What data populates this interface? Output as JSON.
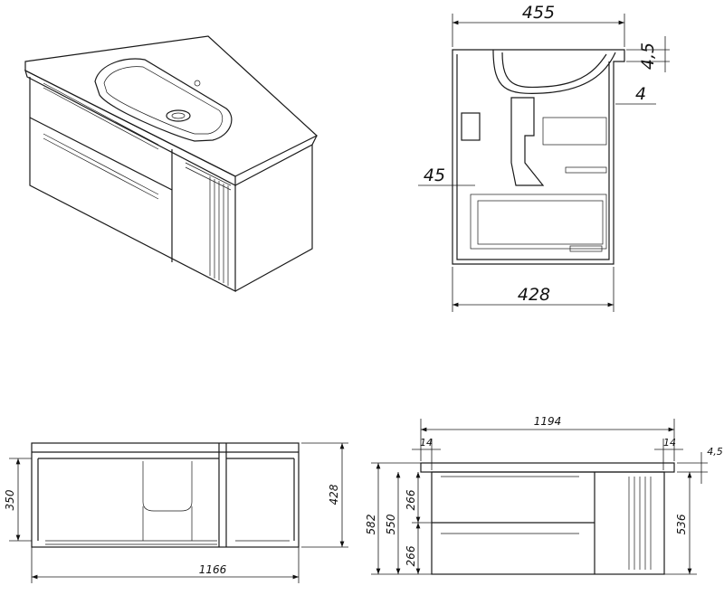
{
  "isometric_view": {},
  "side_section": {
    "dims": {
      "top_width": "455",
      "bottom_width": "428",
      "left_offset": "45",
      "wall": "4",
      "top_thickness": "4,5"
    }
  },
  "front_open_view": {
    "dims": {
      "inner_height": "350",
      "height": "428",
      "width": "1166"
    }
  },
  "front_view": {
    "dims": {
      "top_width": "1194",
      "overhang_left": "14",
      "overhang_right": "14",
      "top_thickness": "4,5",
      "total_height": "582",
      "body_height": "550",
      "drawer_top": "266",
      "drawer_bottom": "266",
      "side_height": "536"
    }
  }
}
